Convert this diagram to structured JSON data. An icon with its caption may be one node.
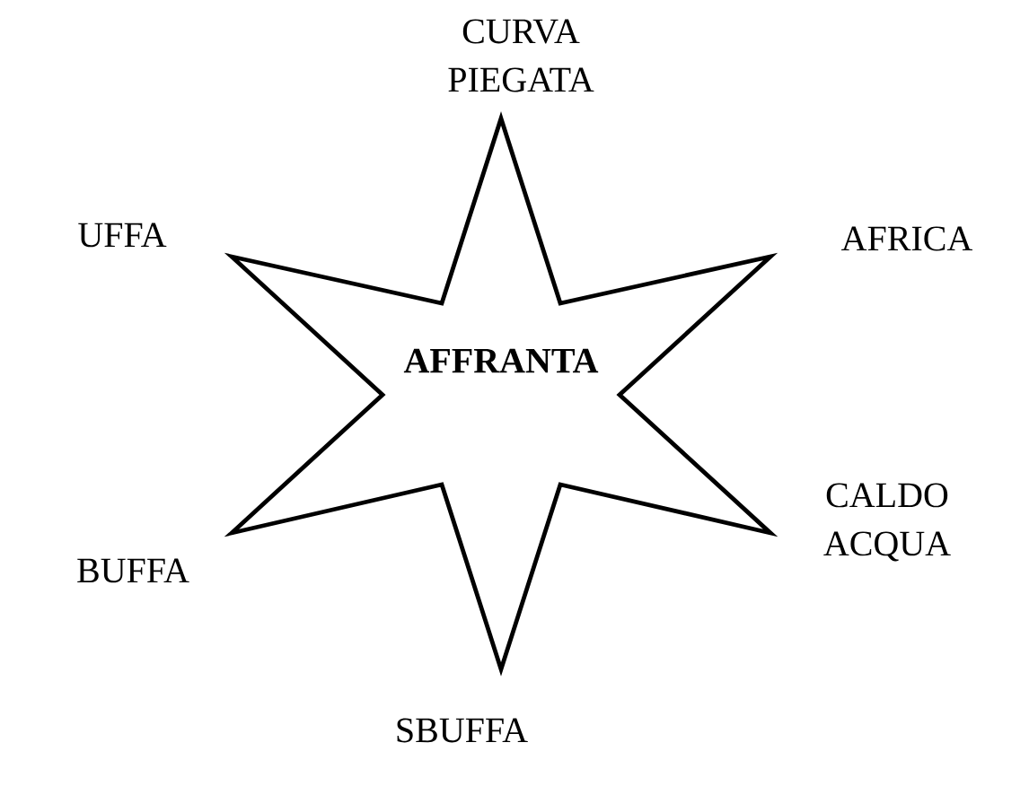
{
  "diagram": {
    "nodes": [
      {
        "text": [
          "AFFRANTA"
        ]
      }
    ],
    "labels": [
      "CURVA PIEGATA",
      "UFFA",
      "AFRICA",
      "CALDO ACQUA",
      "BUFFA",
      "SBUFFA"
    ]
  }
}
